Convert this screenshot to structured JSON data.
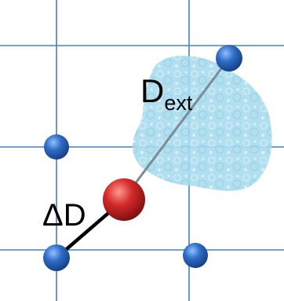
{
  "labels": {
    "distance_main": "D",
    "distance_sub": "ext",
    "delta_label": "ΔD"
  },
  "colors": {
    "grid_line": "#4a7fc0",
    "node_fill": "#2f6cc4",
    "particle_fill": "#d42a2a",
    "ext_segment": "#7a8c97",
    "delta_segment": "#000000",
    "blob_fill": "#aadcee"
  }
}
